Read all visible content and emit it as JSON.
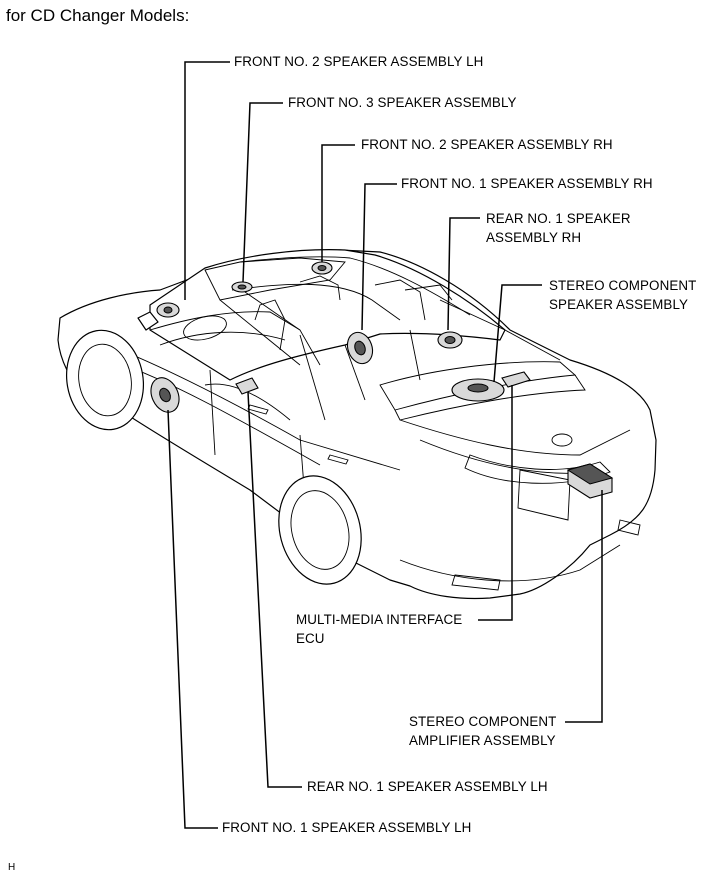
{
  "header": "for CD Changer Models:",
  "labels": {
    "front_no2_lh": "FRONT NO. 2 SPEAKER ASSEMBLY LH",
    "front_no3": "FRONT NO. 3 SPEAKER ASSEMBLY",
    "front_no2_rh": "FRONT NO. 2 SPEAKER ASSEMBLY RH",
    "front_no1_rh": "FRONT NO. 1 SPEAKER ASSEMBLY RH",
    "rear_no1_rh_l1": "REAR NO. 1 SPEAKER",
    "rear_no1_rh_l2": "ASSEMBLY RH",
    "stereo_spk_l1": "STEREO COMPONENT",
    "stereo_spk_l2": "SPEAKER ASSEMBLY",
    "mmi_l1": "MULTI-MEDIA INTERFACE",
    "mmi_l2": "ECU",
    "amp_l1": "STEREO COMPONENT",
    "amp_l2": "AMPLIFIER ASSEMBLY",
    "rear_no1_lh": "REAR NO. 1 SPEAKER ASSEMBLY LH",
    "front_no1_lh": "FRONT NO. 1 SPEAKER ASSEMBLY LH"
  },
  "footer_code": "H"
}
